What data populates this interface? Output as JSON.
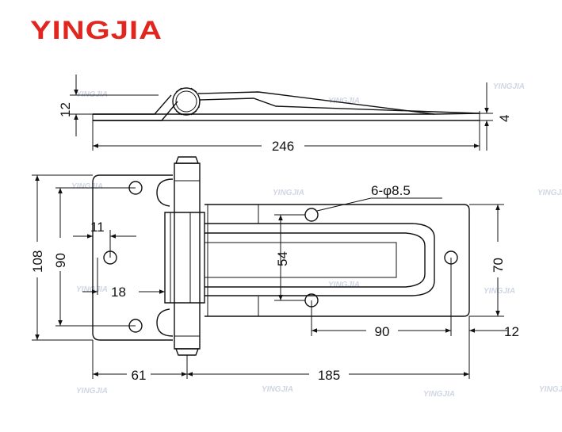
{
  "brand": {
    "logo_text": "YINGJIA",
    "logo_color": "#e0261e"
  },
  "watermark": {
    "text": "YINGJIA",
    "color": "#cfd6e4"
  },
  "side_view": {
    "dims": {
      "height": "12",
      "thickness": "4",
      "length": "246"
    }
  },
  "front_view": {
    "dims": {
      "total_height": "108",
      "hole_spacing_left": "90",
      "offset_11": "11",
      "offset_18": "18",
      "slot_54": "54",
      "right_height": "70",
      "hole_note": "6-φ8.5",
      "hole_spacing_right": "90",
      "right_edge_12": "12",
      "leaf_left_61": "61",
      "leaf_right_185": "185"
    }
  }
}
